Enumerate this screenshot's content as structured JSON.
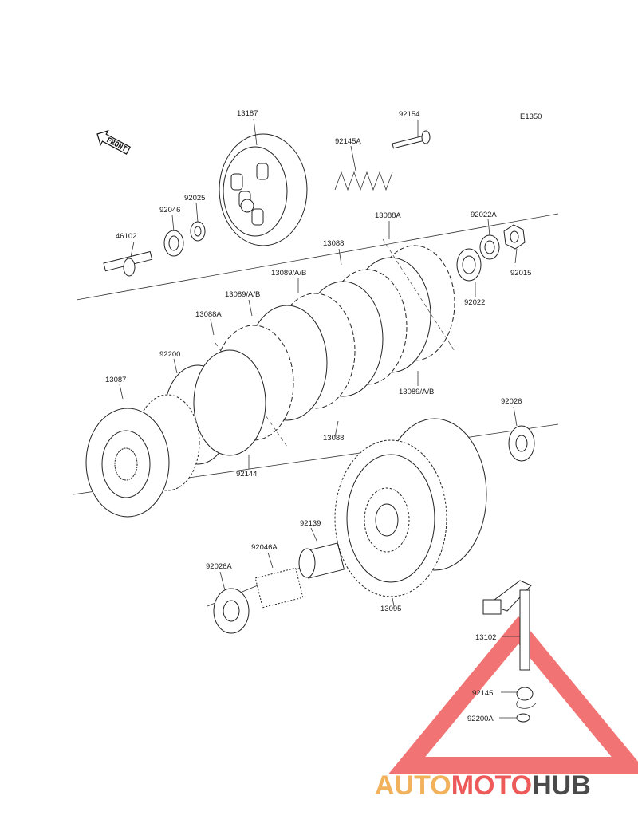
{
  "diagram": {
    "code": "E1350",
    "front_label": "FRONT",
    "labels": [
      {
        "id": "13187",
        "text": "13187"
      },
      {
        "id": "92154",
        "text": "92154"
      },
      {
        "id": "92145A",
        "text": "92145A"
      },
      {
        "id": "92025",
        "text": "92025"
      },
      {
        "id": "92046",
        "text": "92046"
      },
      {
        "id": "46102",
        "text": "46102"
      },
      {
        "id": "13088A-top",
        "text": "13088A"
      },
      {
        "id": "92022A",
        "text": "92022A"
      },
      {
        "id": "13088-top",
        "text": "13088"
      },
      {
        "id": "13089AB-1",
        "text": "13089/A/B"
      },
      {
        "id": "92015",
        "text": "92015"
      },
      {
        "id": "92022",
        "text": "92022"
      },
      {
        "id": "13089AB-2",
        "text": "13089/A/B"
      },
      {
        "id": "13088A-left",
        "text": "13088A"
      },
      {
        "id": "92200",
        "text": "92200"
      },
      {
        "id": "13089AB-3",
        "text": "13089/A/B"
      },
      {
        "id": "13087",
        "text": "13087"
      },
      {
        "id": "92026",
        "text": "92026"
      },
      {
        "id": "13088-bottom",
        "text": "13088"
      },
      {
        "id": "92144",
        "text": "92144"
      },
      {
        "id": "92139",
        "text": "92139"
      },
      {
        "id": "92046A",
        "text": "92046A"
      },
      {
        "id": "92026A",
        "text": "92026A"
      },
      {
        "id": "13095",
        "text": "13095"
      },
      {
        "id": "13102",
        "text": "13102"
      },
      {
        "id": "92145",
        "text": "92145"
      },
      {
        "id": "92200A",
        "text": "92200A"
      }
    ]
  },
  "watermark": {
    "part1": "AUTO",
    "part2": "MOTO",
    "part3": "HUB",
    "color1": "#f2b25c",
    "color2": "#ee5a5a",
    "color3": "#4a4a4a",
    "triangle_color": "#ee4444"
  }
}
